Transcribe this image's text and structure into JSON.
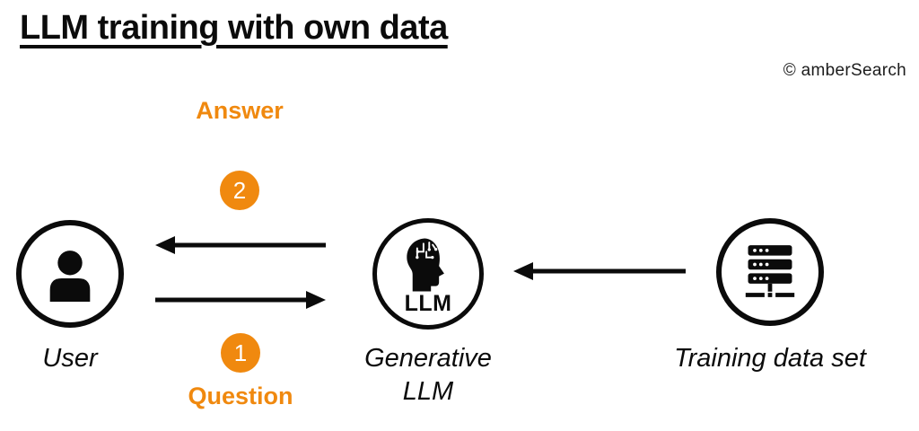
{
  "page": {
    "background": "#ffffff",
    "accent": "#F0890F",
    "ink": "#0b0b0b"
  },
  "header": {
    "title": "LLM training with own data",
    "copyright": "© amberSearch"
  },
  "flow": {
    "answer_label": "Answer",
    "question_label": "Question",
    "step_answer": "2",
    "step_question": "1",
    "arrows": [
      {
        "name": "answer-arrow",
        "from": "Generative LLM",
        "to": "User",
        "direction": "left"
      },
      {
        "name": "question-arrow",
        "from": "User",
        "to": "Generative LLM",
        "direction": "right"
      },
      {
        "name": "dataset-arrow",
        "from": "Training data set",
        "to": "Generative LLM",
        "direction": "left"
      }
    ]
  },
  "nodes": {
    "user": {
      "label": "User",
      "icon": "person-icon"
    },
    "llm": {
      "label_line1": "Generative",
      "label_line2": "LLM",
      "badge": "LLM",
      "icon": "ai-head-icon"
    },
    "dataset": {
      "label": "Training data set",
      "icon": "server-icon"
    }
  }
}
